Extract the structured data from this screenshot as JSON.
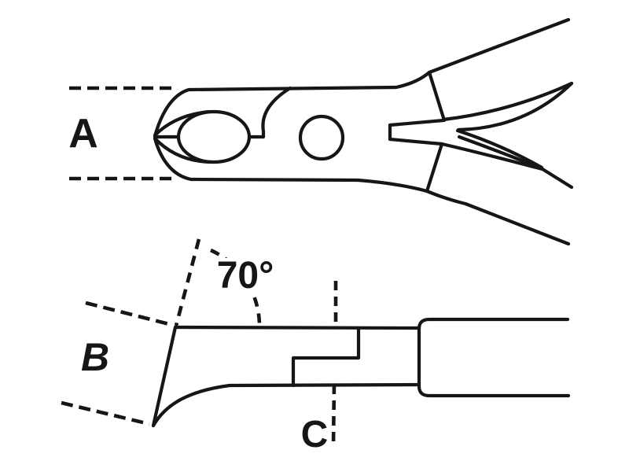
{
  "colors": {
    "background": "#ffffff",
    "ink": "#161616"
  },
  "views": {
    "top": {
      "label": "A"
    },
    "side": {
      "label": "B",
      "angle_label": "70°",
      "section_label": "C"
    }
  }
}
